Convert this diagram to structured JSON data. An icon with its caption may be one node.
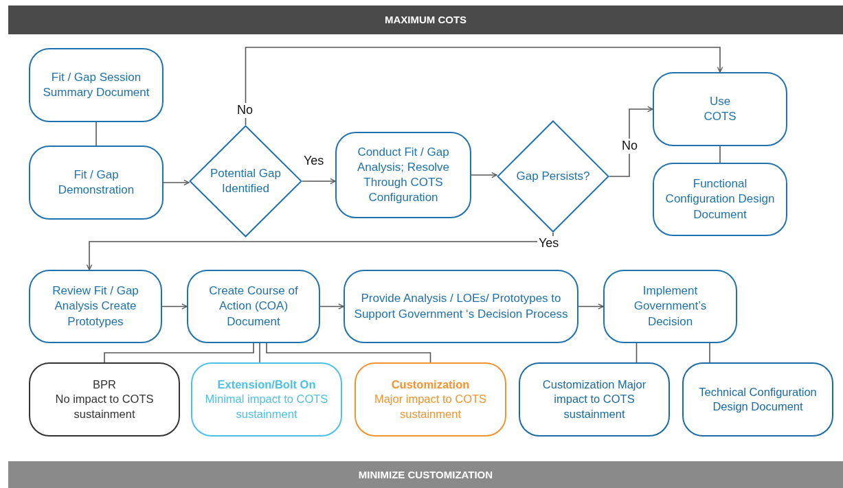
{
  "diagram": {
    "nodes": [
      {
        "text": [
          "MAXIMUM COTS"
        ]
      },
      {
        "text": [
          "Fit / Gap Session Summary Document"
        ]
      },
      {
        "text": [
          "Fit / Gap Demonstration"
        ]
      },
      {
        "text": [
          "Potential Gap Identified"
        ]
      },
      {
        "text": [
          "Conduct Fit / Gap Analysis; Resolve Through COTS Configuration"
        ]
      },
      {
        "text": [
          "Gap Persists?"
        ]
      },
      {
        "text": [
          "Use COTS"
        ]
      },
      {
        "text": [
          "Functional Configuration Design Document"
        ]
      },
      {
        "text": [
          "Review Fit / Gap Analysis Create Prototypes"
        ]
      },
      {
        "text": [
          "Create Course of Action (COA) Document"
        ]
      },
      {
        "text": [
          "Provide Analysis / LOEs/ Prototypes to Support Government ‘s Decision Process"
        ]
      },
      {
        "text": [
          "Implement Government’s Decision"
        ]
      },
      {
        "text": [
          "BPR",
          "No impact to COTS sustainment"
        ]
      },
      {
        "text": [
          "Extension/Bolt On",
          "Minimal impact to COTS sustainment"
        ]
      },
      {
        "text": [
          "Customization",
          "Major impact to COTS sustainment"
        ]
      },
      {
        "text": [
          "Customization Major impact to COTS sustainment"
        ]
      },
      {
        "text": [
          "Technical Configuration Design Document"
        ]
      },
      {
        "text": [
          "MINIMIZE CUSTOMIZATION"
        ]
      }
    ],
    "edges": [
      {
        "from": 1,
        "to": 2,
        "arrow": "none"
      },
      {
        "from": 2,
        "to": 3,
        "arrow": "to"
      },
      {
        "from": 3,
        "to": 4,
        "arrow": "to",
        "label": "Yes"
      },
      {
        "from": 3,
        "to": 6,
        "arrow": "to",
        "label": "No"
      },
      {
        "from": 4,
        "to": 5,
        "arrow": "to"
      },
      {
        "from": 5,
        "to": 6,
        "arrow": "to",
        "label": "No"
      },
      {
        "from": 6,
        "to": 7,
        "arrow": "none"
      },
      {
        "from": 5,
        "to": 8,
        "arrow": "to",
        "label": "Yes"
      },
      {
        "from": 8,
        "to": 9,
        "arrow": "to"
      },
      {
        "from": 9,
        "to": 10,
        "arrow": "to"
      },
      {
        "from": 10,
        "to": 11,
        "arrow": "to"
      },
      {
        "from": 9,
        "to": 12,
        "arrow": "none"
      },
      {
        "from": 9,
        "to": 13,
        "arrow": "none"
      },
      {
        "from": 9,
        "to": 14,
        "arrow": "none"
      },
      {
        "from": 11,
        "to": 15,
        "arrow": "none"
      },
      {
        "from": 11,
        "to": 16,
        "arrow": "none"
      }
    ]
  }
}
